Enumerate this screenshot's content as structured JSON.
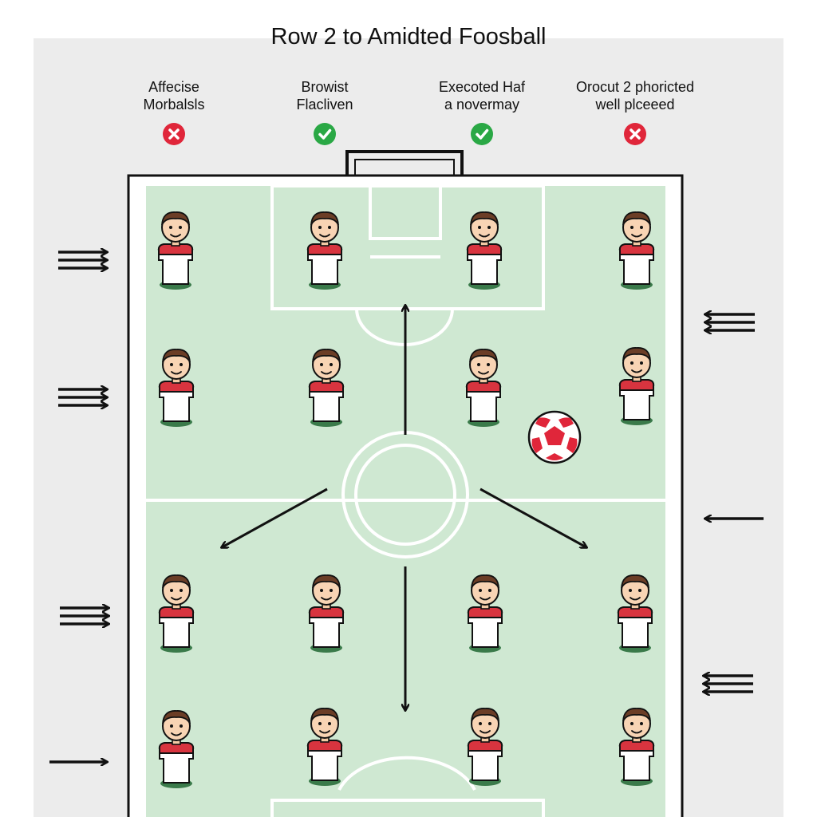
{
  "title": "Row 2 to Amidted Foosball",
  "legend": [
    {
      "line1": "Affecise",
      "line2": "Morbalsls",
      "status": "cross",
      "status_icon": "x-icon"
    },
    {
      "line1": "Browist",
      "line2": "Flacliven",
      "status": "check",
      "status_icon": "check-icon"
    },
    {
      "line1": "Execoted Haf",
      "line2": "a novermay",
      "status": "check",
      "status_icon": "check-icon"
    },
    {
      "line1": "Orocut 2 phoricted",
      "line2": "well plceeed",
      "status": "cross",
      "status_icon": "x-icon"
    }
  ],
  "colors": {
    "pitch": "#cfe8d2",
    "pitch_lines": "#ffffff",
    "border": "#111111",
    "cross": "#e0263a",
    "check": "#2aa845",
    "jersey": "#d8343f",
    "shorts": "#3a7a4a"
  },
  "players_per_row": 4,
  "player_rows": 4,
  "ball": "red-white-ball"
}
